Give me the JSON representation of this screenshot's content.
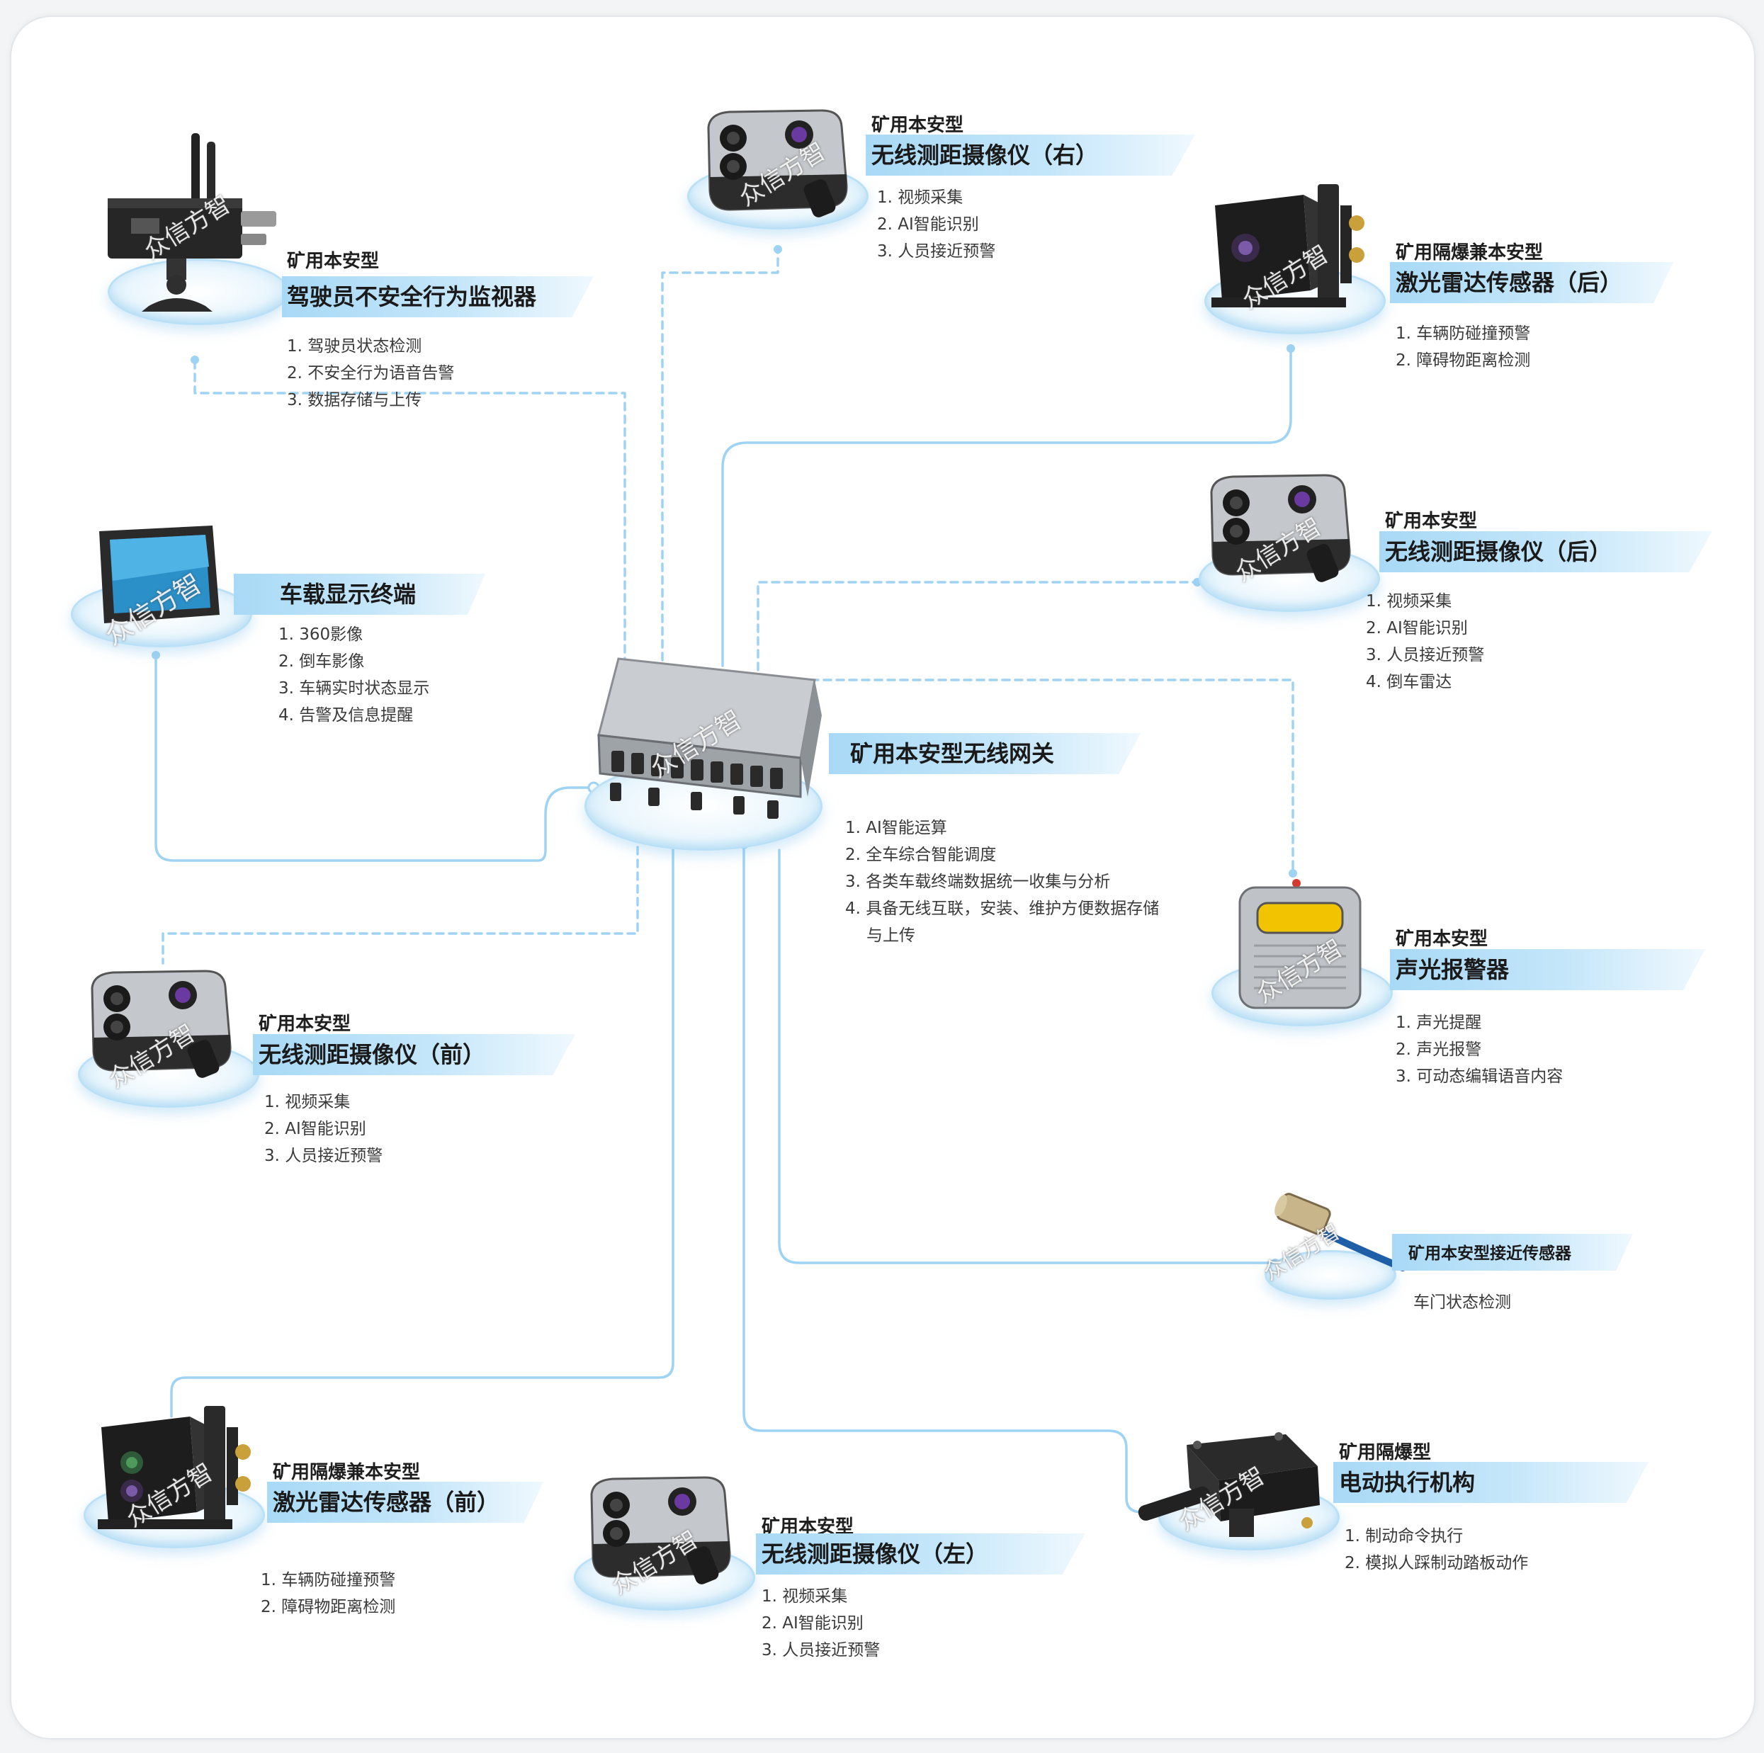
{
  "watermark": "众信方智",
  "colors": {
    "band": "#a8d9f6",
    "wire": "#9fd3f3",
    "pedestal_ring": "#b9e0f6"
  },
  "devices": {
    "driver_monitor": {
      "subtitle": "矿用本安型",
      "title": "驾驶员不安全行为监视器",
      "features": [
        "1. 驾驶员状态检测",
        "2. 不安全行为语音告警",
        "3. 数据存储与上传"
      ]
    },
    "camera_right": {
      "subtitle": "矿用本安型",
      "title": "无线测距摄像仪（右）",
      "features": [
        "1. 视频采集",
        "2. AI智能识别",
        "3. 人员接近预警"
      ]
    },
    "lidar_rear": {
      "subtitle": "矿用隔爆兼本安型",
      "title": "激光雷达传感器（后）",
      "features": [
        "1. 车辆防碰撞预警",
        "2. 障碍物距离检测"
      ]
    },
    "display_terminal": {
      "title": "车载显示终端",
      "features": [
        "1. 360影像",
        "2. 倒车影像",
        "3. 车辆实时状态显示",
        "4. 告警及信息提醒"
      ]
    },
    "camera_rear": {
      "subtitle": "矿用本安型",
      "title": "无线测距摄像仪（后）",
      "features": [
        "1. 视频采集",
        "2. AI智能识别",
        "3. 人员接近预警",
        "4. 倒车雷达"
      ]
    },
    "gateway": {
      "title": "矿用本安型无线网关",
      "features": [
        "1. AI智能运算",
        "2. 全车综合智能调度",
        "3. 各类车载终端数据统一收集与分析",
        "4. 具备无线互联，安装、维护方便数据存储与上传"
      ]
    },
    "alarm": {
      "subtitle": "矿用本安型",
      "title": "声光报警器",
      "features": [
        "1. 声光提醒",
        "2. 声光报警",
        "3. 可动态编辑语音内容"
      ]
    },
    "camera_front": {
      "subtitle": "矿用本安型",
      "title": "无线测距摄像仪（前）",
      "features": [
        "1. 视频采集",
        "2. AI智能识别",
        "3. 人员接近预警"
      ]
    },
    "proximity_sensor": {
      "title": "矿用本安型接近传感器",
      "features": [
        "车门状态检测"
      ]
    },
    "lidar_front": {
      "subtitle": "矿用隔爆兼本安型",
      "title": "激光雷达传感器（前）",
      "features": [
        "1. 车辆防碰撞预警",
        "2. 障碍物距离检测"
      ]
    },
    "camera_left": {
      "subtitle": "矿用本安型",
      "title": "无线测距摄像仪（左）",
      "features": [
        "1. 视频采集",
        "2. AI智能识别",
        "3. 人员接近预警"
      ]
    },
    "actuator": {
      "subtitle": "矿用隔爆型",
      "title": "电动执行机构",
      "features": [
        "1. 制动命令执行",
        "2. 模拟人踩制动踏板动作"
      ]
    }
  }
}
